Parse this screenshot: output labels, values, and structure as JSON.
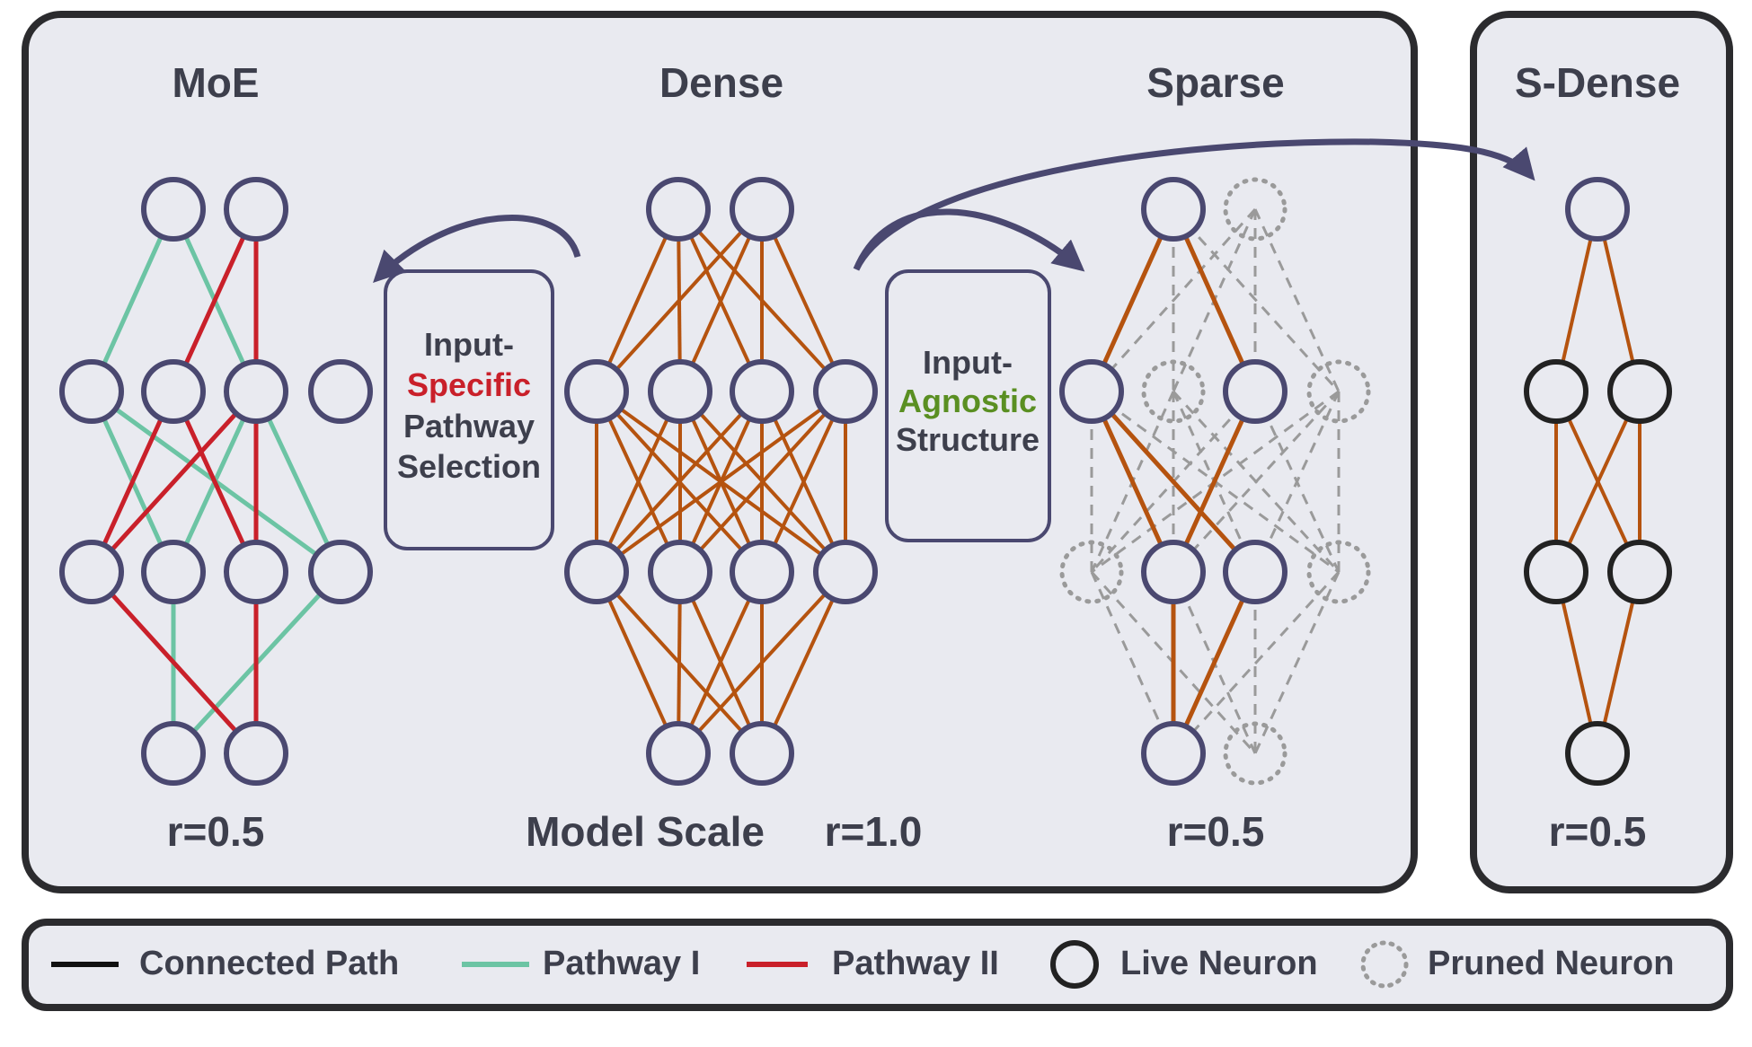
{
  "panels": {
    "moe": {
      "title": "MoE",
      "ratio": "r=0.5"
    },
    "dense": {
      "title": "Dense",
      "ratio": "r=1.0",
      "scale_label": "Model Scale"
    },
    "sparse": {
      "title": "Sparse",
      "ratio": "r=0.5"
    },
    "sdense": {
      "title": "S-Dense",
      "ratio": "r=0.5"
    }
  },
  "boxes": {
    "specific": {
      "line1": "Input-",
      "line2": "Specific",
      "line3": "Pathway",
      "line4": "Selection"
    },
    "agnostic": {
      "line1": "Input-",
      "line2": "Agnostic",
      "line3": "Structure"
    }
  },
  "legend": {
    "connected": "Connected Path",
    "pathway1": "Pathway I",
    "pathway2": "Pathway II",
    "live": "Live Neuron",
    "pruned": "Pruned Neuron"
  },
  "colors": {
    "panel_bg": "#e9eaf0",
    "border": "#2b2b2e",
    "neuron": "#4a4870",
    "edge_orange": "#b5530f",
    "pathway1": "#6cc4a4",
    "pathway2": "#c9202a",
    "specific_text": "#c9202a",
    "agnostic_text": "#5a8f22",
    "pruned": "#9a9a9a"
  }
}
